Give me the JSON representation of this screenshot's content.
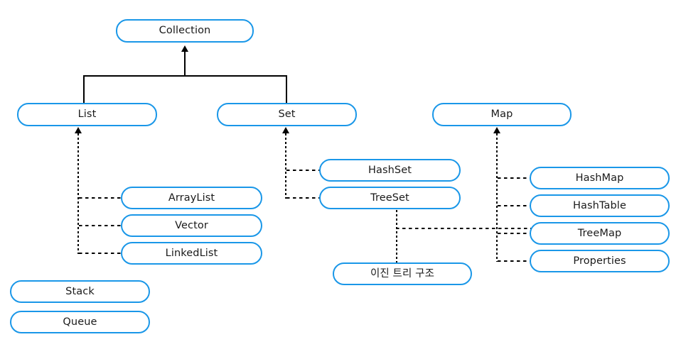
{
  "diagram": {
    "title": "Java Collection Framework hierarchy",
    "accent_color": "#1a97e8",
    "line_color": "#000000",
    "background_color": "#ffffff",
    "nodes": {
      "collection": "Collection",
      "list": "List",
      "set": "Set",
      "map": "Map",
      "arraylist": "ArrayList",
      "vector": "Vector",
      "linkedlist": "LinkedList",
      "stack": "Stack",
      "queue": "Queue",
      "hashset": "HashSet",
      "treeset": "TreeSet",
      "binary_tree_note": "이진 트리 구조",
      "hashmap": "HashMap",
      "hashtable": "HashTable",
      "treemap": "TreeMap",
      "properties": "Properties"
    }
  }
}
